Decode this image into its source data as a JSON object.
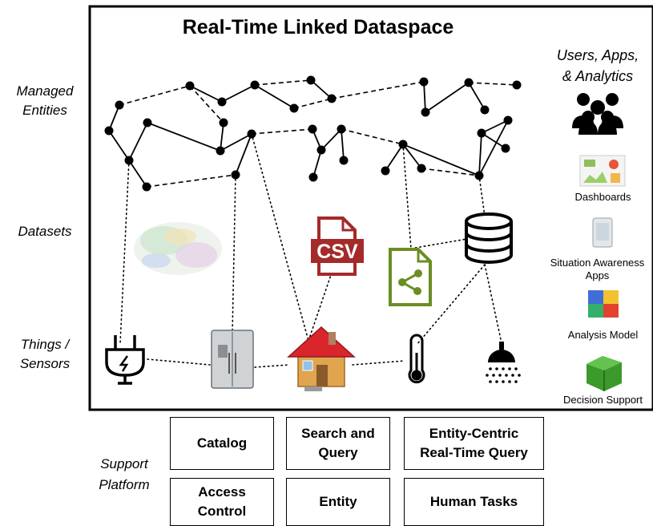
{
  "title": "Real-Time Linked Dataspace",
  "row_labels": {
    "managed_entities": "Managed\nEntities",
    "datasets": "Datasets",
    "things_sensors": "Things /\nSensors"
  },
  "right_panel": {
    "heading": "Users, Apps,\n& Analytics",
    "items": [
      {
        "label": "Dashboards",
        "icon": "dashboard-thumbnail-icon"
      },
      {
        "label": "Situation Awareness\nApps",
        "icon": "phone-app-icon"
      },
      {
        "label": "Analysis Model",
        "icon": "color-cube-icon"
      },
      {
        "label": "Decision Support",
        "icon": "green-cube-icon"
      }
    ],
    "users_icon": "users-group-icon"
  },
  "datasets": {
    "csv_text": "CSV",
    "icons": [
      "graph-cloud-icon",
      "csv-file-icon",
      "linked-data-file-icon",
      "database-icon"
    ]
  },
  "things": [
    "power-plug-icon",
    "refrigerator-icon",
    "house-icon",
    "thermometer-icon",
    "shower-icon"
  ],
  "support_platform": {
    "label": "Support\nPlatform",
    "boxes": [
      "Catalog",
      "Search and\nQuery",
      "Entity-Centric\nReal-Time Query",
      "Access\nControl",
      "Entity",
      "Human Tasks"
    ]
  },
  "colors": {
    "node": "#000000",
    "csv": "#a52a2a",
    "linked_file": "#6b8e23",
    "house_roof": "#d9262c",
    "house_wall": "#e0a54e",
    "cube_green": "#3c9a2c"
  }
}
